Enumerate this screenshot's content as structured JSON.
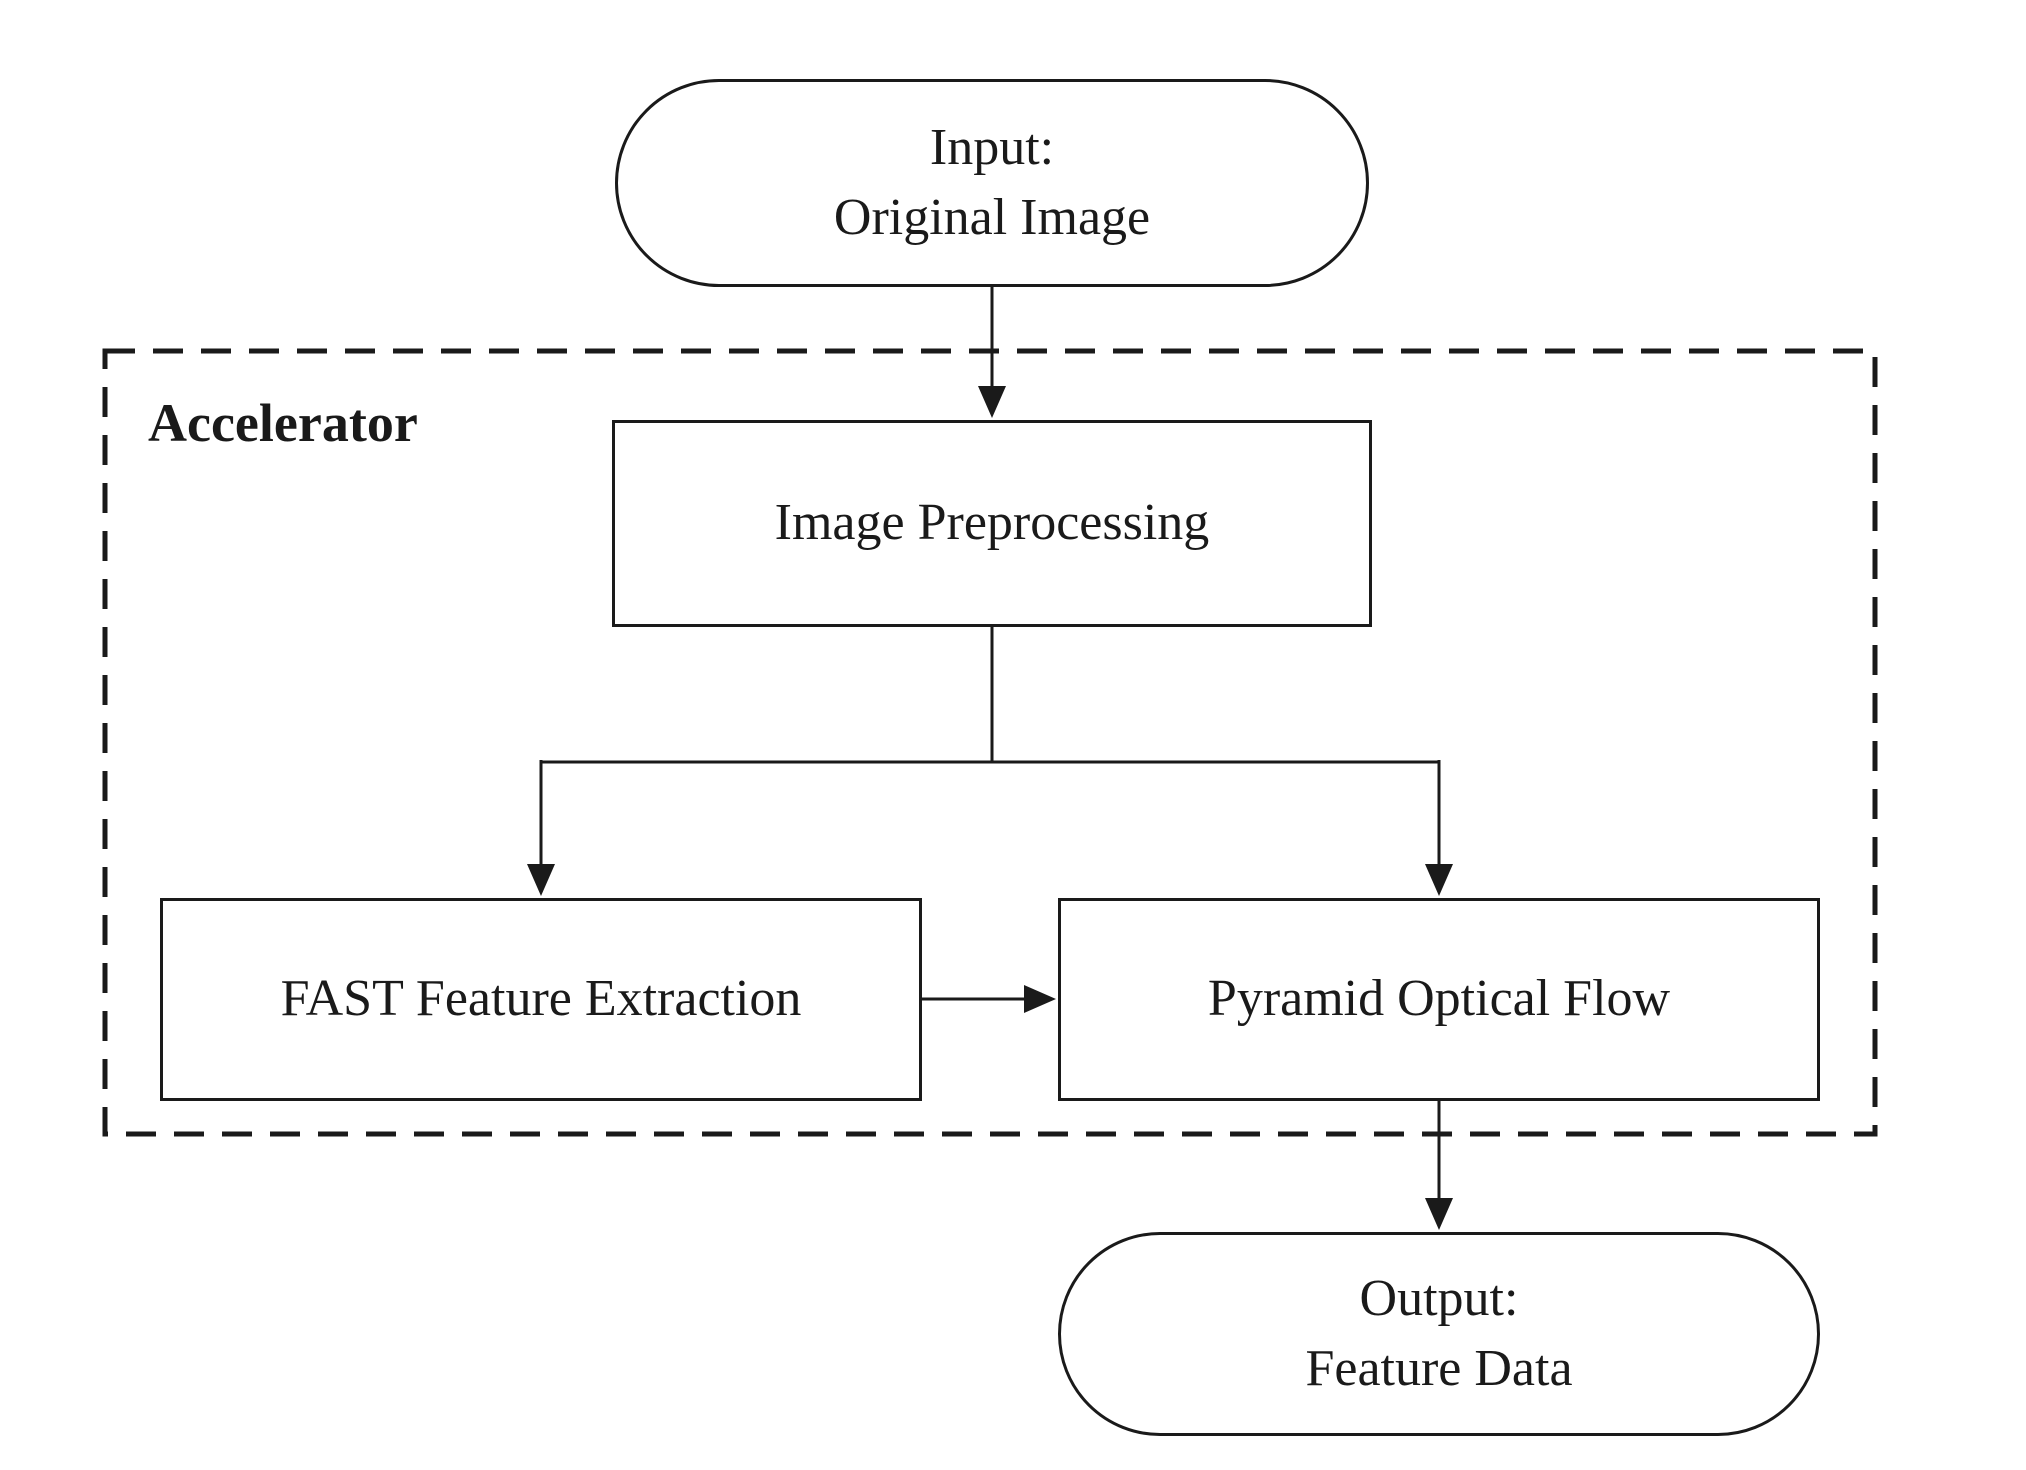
{
  "colors": {
    "stroke": "#1a1a1a",
    "background": "#ffffff"
  },
  "region": {
    "accelerator_label": "Accelerator"
  },
  "nodes": {
    "input": {
      "line1": "Input:",
      "line2": "Original Image"
    },
    "preprocessing": {
      "label": "Image Preprocessing"
    },
    "fast": {
      "label": "FAST Feature Extraction"
    },
    "optical_flow": {
      "label": "Pyramid Optical Flow"
    },
    "output": {
      "line1": "Output:",
      "line2": "Feature Data"
    }
  },
  "edges": {
    "input_to_preprocessing": "Input to Image Preprocessing",
    "preprocessing_to_fast": "Image Preprocessing to FAST Feature Extraction",
    "preprocessing_to_optical_flow": "Image Preprocessing to Pyramid Optical Flow",
    "fast_to_optical_flow": "FAST Feature Extraction to Pyramid Optical Flow",
    "optical_flow_to_output": "Pyramid Optical Flow to Output"
  }
}
